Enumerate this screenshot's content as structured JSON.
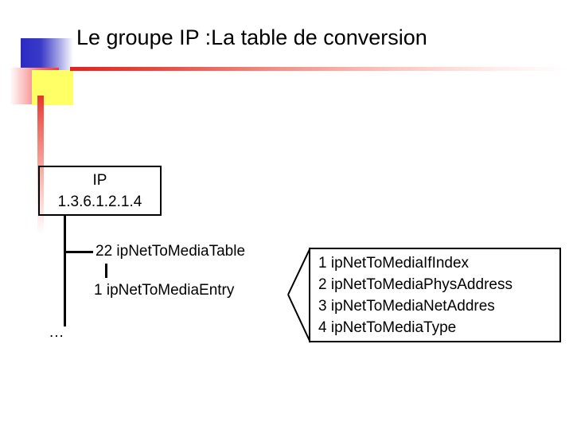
{
  "slide": {
    "title": "Le groupe IP :La table de conversion",
    "colors": {
      "accent_blue": "#2b2bc4",
      "accent_red": "#e0231d",
      "accent_yellow": "#ffff66",
      "text": "#000000",
      "background": "#ffffff"
    }
  },
  "ip_node": {
    "name": "IP",
    "oid": "1.3.6.1.2.1.4"
  },
  "tree": {
    "table_node": "22 ipNetToMediaTable",
    "entry_node": "1 ipNetToMediaEntry",
    "ellipsis": "..."
  },
  "entry_fields": {
    "rows": [
      "1 ipNetToMediaIfIndex",
      "2 ipNetToMediaPhysAddress",
      "3 ipNetToMediaNetAddres",
      "4 ipNetToMediaType"
    ]
  }
}
